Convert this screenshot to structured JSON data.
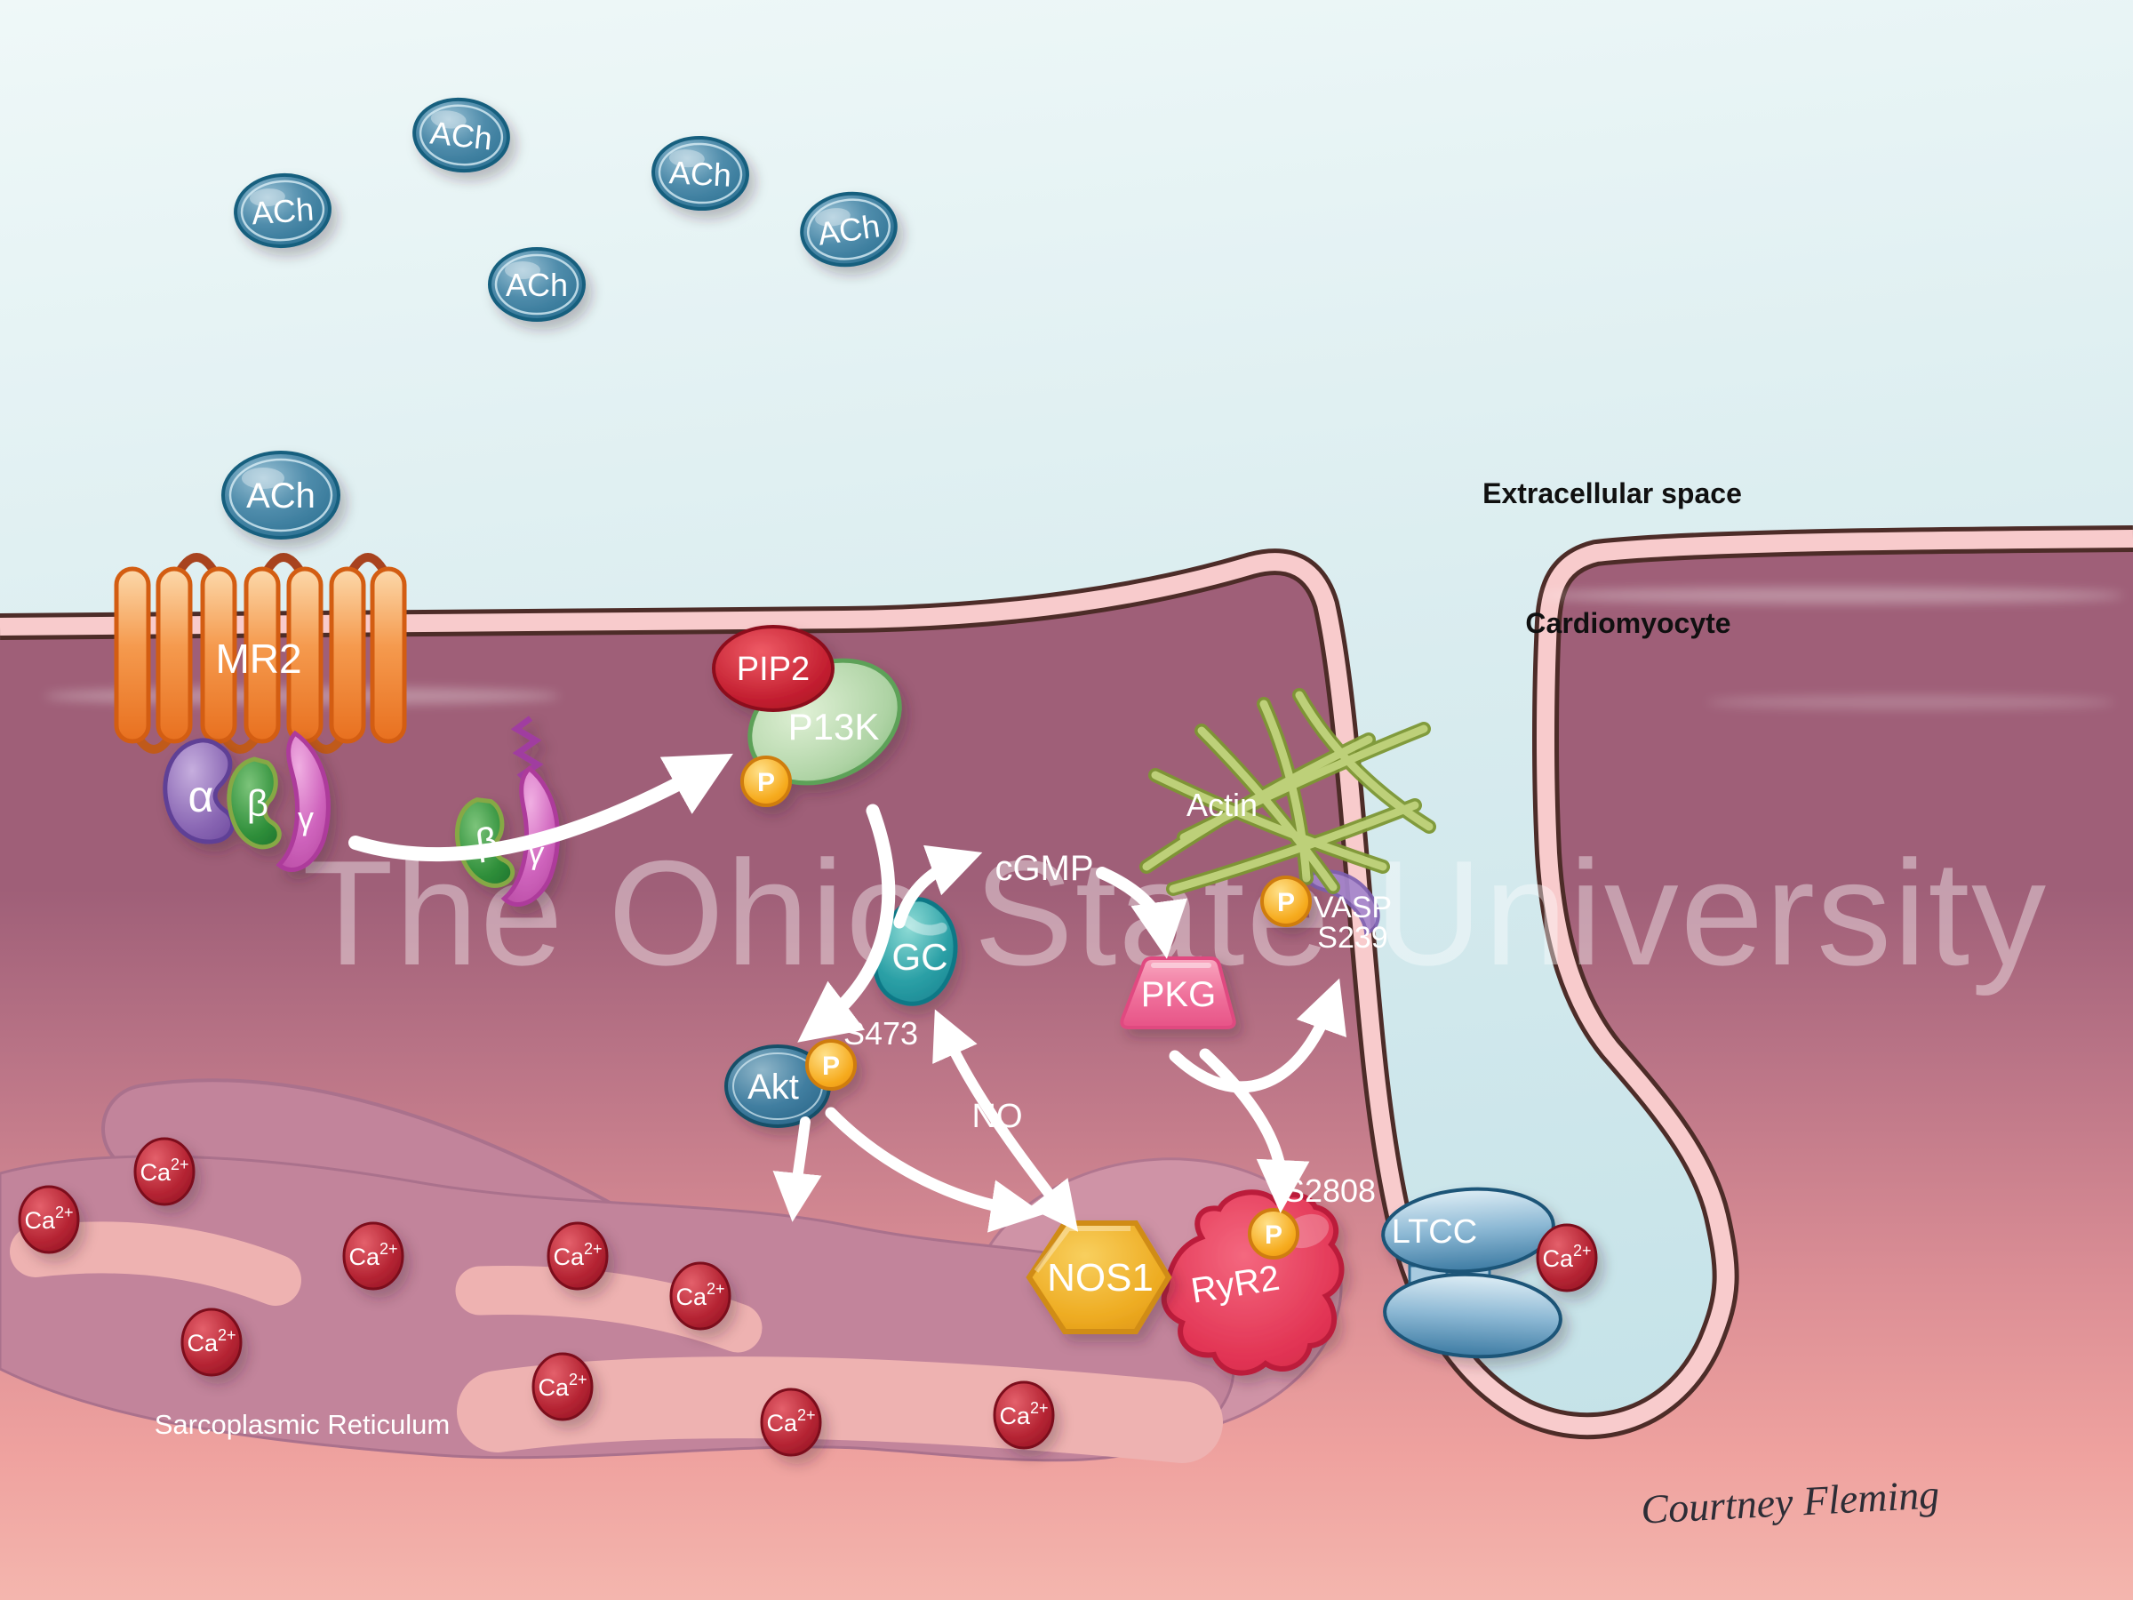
{
  "labels": {
    "ach": "ACh",
    "mr2": "MR2",
    "alpha": "α",
    "beta": "β",
    "gamma": "γ",
    "pip2": "PIP2",
    "p13k": "P13K",
    "p": "P",
    "gc": "GC",
    "akt": "Akt",
    "s473": "S473",
    "cgmp": "cGMP",
    "no": "NO",
    "pkg": "PKG",
    "actin": "Actin",
    "vasp": "VASP",
    "s239": "S239",
    "nos1": "NOS1",
    "ryr2": "RyR2",
    "s2808": "S2808",
    "ltcc": "LTCC",
    "ca_base": "Ca",
    "ca_sup": "2+",
    "sr": "Sarcoplasmic Reticulum",
    "extracellular": "Extracellular space",
    "cardiomyocyte": "Cardiomyocyte",
    "watermark": "The Ohio State University",
    "signature": "Courtney Fleming"
  },
  "colors": {
    "extracellular_top": "#edf6f6",
    "extracellular_bottom": "#c7e4e9",
    "cell_top": "#9f5f78",
    "cell_bottom": "#f3b3ac",
    "membrane_pink": "#f8cbcc",
    "membrane_outline": "#4d2c28",
    "ach_fill": "#2b7395",
    "receptor_orange": "#e96f1e",
    "pip2_red": "#c31f30",
    "p13k_green": "#8cc287",
    "phosphate_orange": "#f6ab1e",
    "gc_teal": "#1e8f9b",
    "akt_blue": "#2a6c91",
    "pkg_pink": "#ee6291",
    "nos1_gold": "#eeac22",
    "ryr2_red": "#dd2c4e",
    "ltcc_blue": "#3d7ba3",
    "calcium_red": "#9c1524",
    "sr_mauve": "#c2849b",
    "actin_olive": "#7d9733",
    "alpha_purple": "#8a67b4",
    "beta_green": "#2f8f3a",
    "gamma_magenta": "#cf64bd",
    "watermark_white": "#ffffff"
  }
}
